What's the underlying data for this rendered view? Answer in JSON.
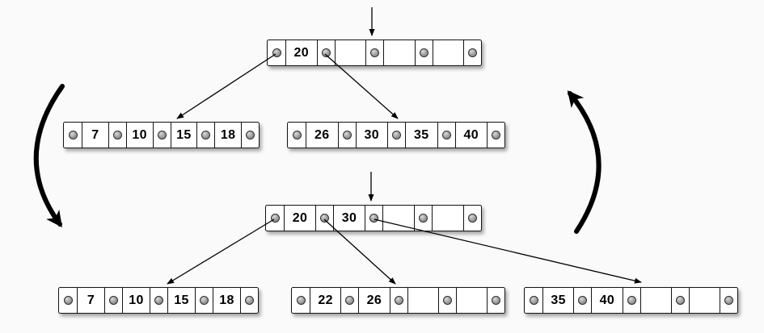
{
  "diagram": {
    "top_tree": {
      "root": {
        "keys": [
          "20",
          "",
          "",
          ""
        ]
      },
      "children": [
        {
          "keys": [
            "7",
            "10",
            "15",
            "18"
          ]
        },
        {
          "keys": [
            "26",
            "30",
            "35",
            "40"
          ]
        }
      ]
    },
    "bottom_tree": {
      "root": {
        "keys": [
          "20",
          "30",
          "",
          ""
        ]
      },
      "children": [
        {
          "keys": [
            "7",
            "10",
            "15",
            "18"
          ]
        },
        {
          "keys": [
            "22",
            "26",
            "",
            ""
          ]
        },
        {
          "keys": [
            "35",
            "40",
            "",
            ""
          ]
        }
      ]
    },
    "icons": {
      "pointer_dot_icon": "circle",
      "insert_arrow_icon": "↓",
      "cycle_left_arrow_icon": "curved-arrow-down",
      "cycle_right_arrow_icon": "curved-arrow-up"
    },
    "colors": {
      "background": "#fafafa",
      "node_fill": "#ffffff",
      "node_border": "#141414",
      "pointer_dot": "#9b9b9b",
      "arrow": "#000000"
    }
  }
}
